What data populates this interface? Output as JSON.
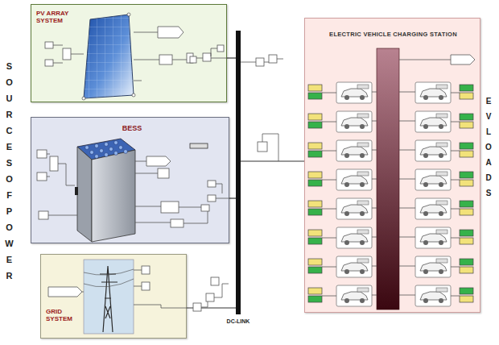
{
  "diagram": {
    "nodes": [
      {
        "text": [
          "PV ARRAY SYSTEM"
        ]
      },
      {
        "text": [
          "BESS"
        ]
      },
      {
        "text": [
          "GRID SYSTEM"
        ]
      },
      {
        "text": [
          "DC-LINK"
        ]
      },
      {
        "text": [
          "ELECTRIC VEHICLE CHARGING STATION"
        ]
      }
    ],
    "edges": [
      {
        "from": 0,
        "to": 3,
        "arrow": "none"
      },
      {
        "from": 1,
        "to": 3,
        "arrow": "none"
      },
      {
        "from": 2,
        "to": 3,
        "arrow": "none"
      },
      {
        "from": 3,
        "to": 4,
        "arrow": "none"
      }
    ],
    "labels": [
      "SOURCES OF POWER",
      "EV LOADS"
    ]
  }
}
